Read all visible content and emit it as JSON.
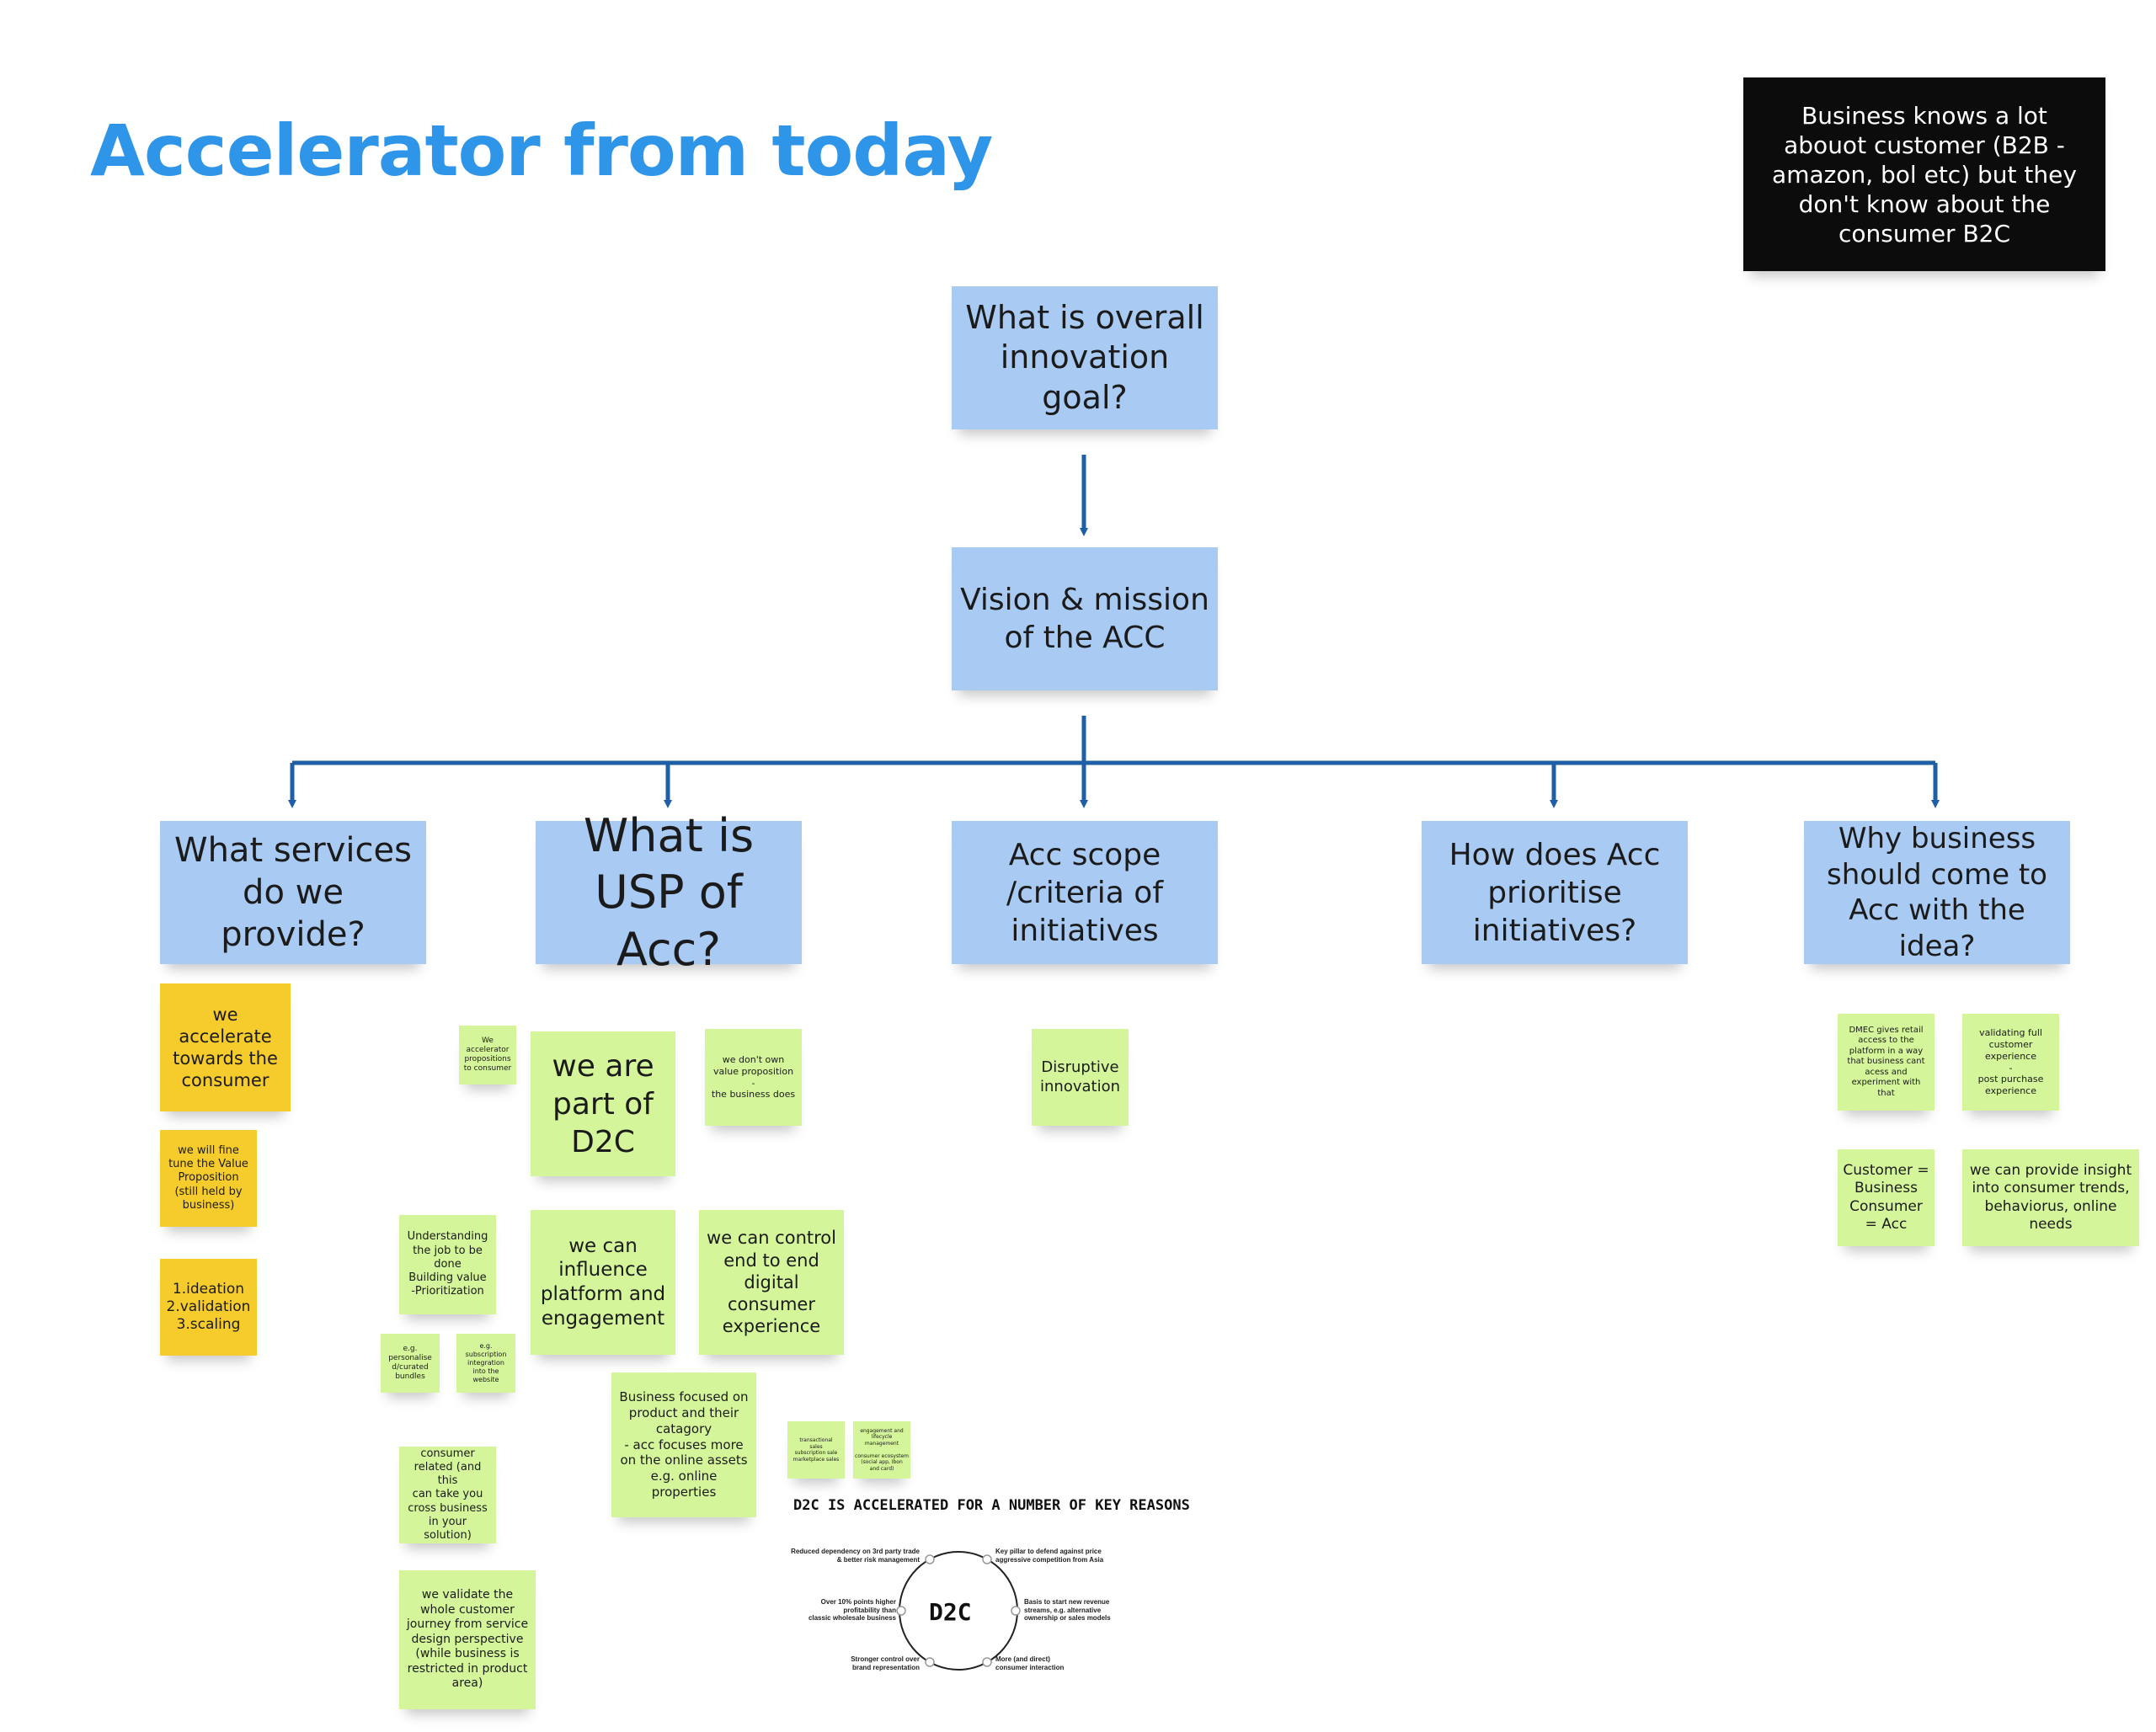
{
  "title": "Accelerator from today",
  "colors": {
    "title": "#2f95e8",
    "connector": "#1f5fa6",
    "blue_note": "#a9cbf3",
    "green_note": "#d4f59a",
    "yellow_note": "#f6cc2c"
  },
  "callout": "Business knows a lot abouot customer (B2B - amazon, bol etc) but they don't know about the consumer B2C",
  "root": {
    "goal": "What is overall\ninnovation goal?",
    "vision": "Vision & mission\nof the ACC"
  },
  "branches": [
    {
      "label": "What services\ndo we provide?"
    },
    {
      "label": "What is\nUSP of Acc?"
    },
    {
      "label": "Acc scope\n/criteria of\ninitiatives"
    },
    {
      "label": "How does Acc\nprioritise\ninitiatives?"
    },
    {
      "label": "Why business\nshould come to\nAcc with the idea?"
    }
  ],
  "services_notes": [
    "we\naccelerate\ntowards the\nconsumer",
    "we will fine\ntune the Value\nProposition\n(still held by\nbusiness)",
    "1.ideation\n2.validation\n3.scaling"
  ],
  "usp_notes": {
    "small_propositions": "We\naccelerator\npropositions\nto consumer",
    "d2c": "we are\npart of\nD2C",
    "no_own_value": "we don't own\nvalue proposition\n-\nthe business does",
    "job_to_be_done": "Understanding\nthe job to be\ndone\nBuilding value\n-Prioritization",
    "influence": "we can\ninfluence\nplatform and\nengagement",
    "control": "we can control\nend to end\ndigital\nconsumer\nexperience",
    "bundles": "e.g.\npersonalise\nd/curated\nbundles",
    "subscription": "e.g.\nsubscription\nintegration\ninto the\nwebsite",
    "business_focused": "Business focused on\nproduct and their\ncatagory\n- acc focuses more\non the online assets\ne.g. online\nproperties",
    "transactional": "transactional\nsales\nsubscription sale\nmarketplace sales",
    "engagement": "engagement and\nlifecycle\nmanagement\n\nconsumer ecosystem\n(social app, Ibon\nand card)",
    "consumer_related": "consumer\nrelated (and this\ncan take you\ncross business\nin your solution)",
    "validate_journey": "we validate the\nwhole customer\njourney from service\ndesign perspective\n(while business is\nrestricted in product\narea)"
  },
  "scope_notes": [
    "Disruptive\ninnovation"
  ],
  "why_notes": {
    "dmec": "DMEC gives retail\naccess to the\nplatform in a way\nthat business cant\nacess and\nexperiment with\nthat",
    "validating": "validating full\ncustomer\nexperience\n-\npost purchase\nexperience",
    "equation": "Customer =\nBusiness\nConsumer\n= Acc",
    "insight": "we can provide insight\ninto consumer trends,\nbehaviorus, online\nneeds"
  },
  "d2c_diagram": {
    "heading": "D2C IS ACCELERATED FOR A NUMBER OF KEY REASONS",
    "center": "D2C",
    "reasons_left": [
      "Reduced dependency on 3rd party trade\n& better risk management",
      "Over 10% points higher\nprofitability than\nclassic wholesale business",
      "Stronger control over\nbrand representation"
    ],
    "reasons_right": [
      "Key pillar to defend against price\naggressive competition from Asia",
      "Basis to start new revenue\nstreams, e.g. alternative\nownership or sales models",
      "More (and direct)\nconsumer interaction"
    ]
  }
}
